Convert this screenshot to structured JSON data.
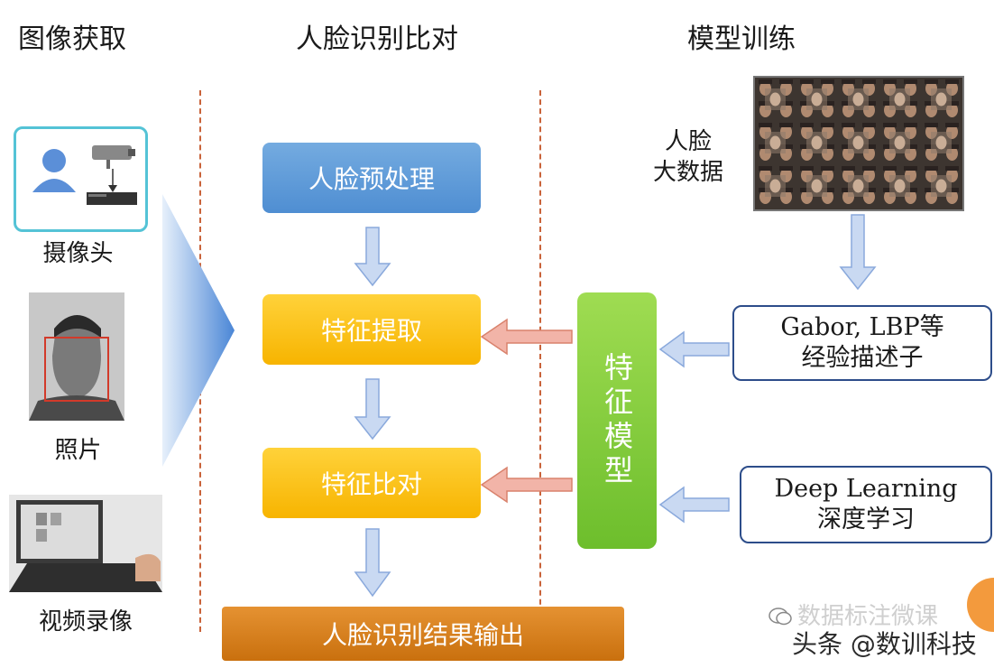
{
  "headers": {
    "acquisition": "图像获取",
    "recognition": "人脸识别比对",
    "training": "模型训练"
  },
  "sources": {
    "camera": "摄像头",
    "photo": "照片",
    "video": "视频录像"
  },
  "pipeline": {
    "preprocess": "人脸预处理",
    "extract": "特征提取",
    "compare": "特征比对",
    "output": "人脸识别结果输出"
  },
  "training": {
    "bigdata_line1": "人脸",
    "bigdata_line2": "大数据",
    "feature_model": "特征模型",
    "descriptor_line1": "Gabor, LBP等",
    "descriptor_line2": "经验描述子",
    "deep_line1": "Deep Learning",
    "deep_line2": "深度学习"
  },
  "watermark": {
    "line1": "数据标注微课",
    "line2": "头条 @数训科技"
  },
  "colors": {
    "blue": "#5b9bd5",
    "yellow": "#ffc000",
    "green": "#7ac943",
    "orange": "#d47a12",
    "navy": "#2d4d8a",
    "dash": "#c9633a"
  }
}
